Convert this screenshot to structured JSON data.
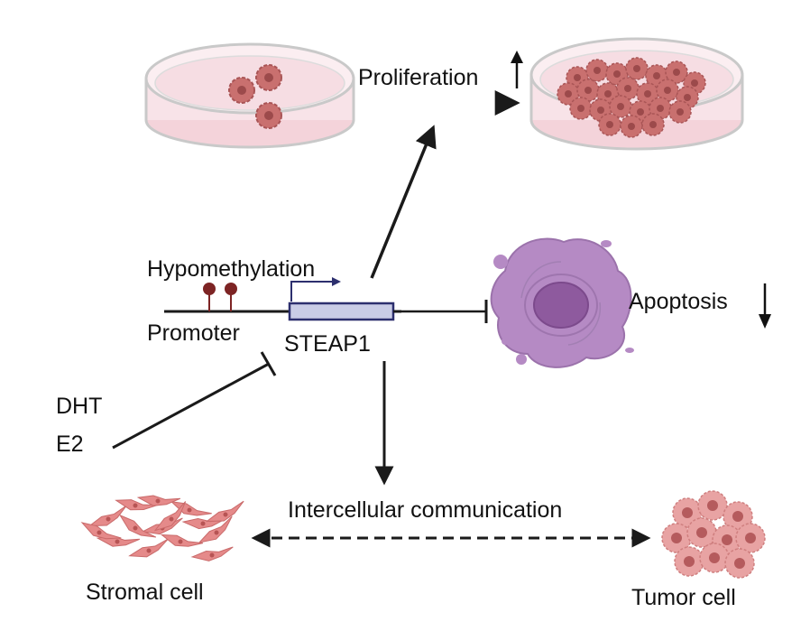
{
  "labels": {
    "proliferation": "Proliferation",
    "hypomethylation": "Hypomethylation",
    "promoter": "Promoter",
    "gene": "STEAP1",
    "apoptosis": "Apoptosis",
    "dht": "DHT",
    "e2": "E2",
    "intercellular": "Intercellular communication",
    "stromal": "Stromal cell",
    "tumor": "Tumor cell"
  },
  "colors": {
    "dish_fill": "#f6dfe4",
    "dish_rim": "#c9c9c9",
    "cell_fill": "#c9706f",
    "cell_nucleus": "#9c4a4b",
    "gene_box": "#c9cce6",
    "gene_border": "#2c2f6e",
    "methyl_mark": "#7d2424",
    "apoptotic_cell": "#b58ac4",
    "apoptotic_nucleus": "#8e5a9e",
    "stromal_cell": "#e58a8a",
    "tumor_cell": "#e8a3a3",
    "arrow": "#1a1a1a"
  },
  "icons": {
    "proliferation_trend": "up-arrow-icon",
    "apoptosis_trend": "down-arrow-icon"
  }
}
